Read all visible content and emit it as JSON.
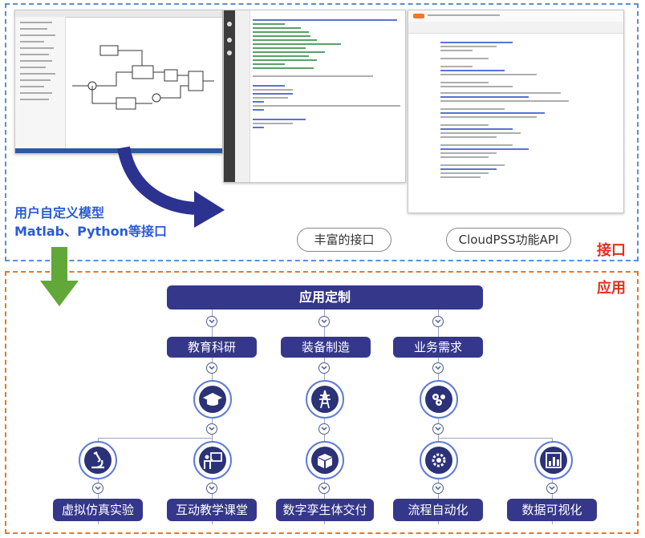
{
  "sections": {
    "interface_label": "接口",
    "application_label": "应用"
  },
  "interface": {
    "user_model_line1": "用户自定义模型",
    "user_model_line2": "Matlab、Python等接口",
    "rich_interface": "丰富的接口",
    "cloudpss_api": "CloudPSS功能API"
  },
  "application": {
    "top": "应用定制",
    "categories": [
      "教育科研",
      "装备制造",
      "业务需求"
    ],
    "leaves": [
      "虚拟仿真实验",
      "互动教学课堂",
      "数字孪生体交付",
      "流程自动化",
      "数据可视化"
    ]
  },
  "icons": {
    "cat": [
      "graduation-cap-icon",
      "transmission-tower-icon",
      "gears-icon"
    ],
    "leaf": [
      "microscope-icon",
      "teacher-board-icon",
      "box-delivery-icon",
      "process-gear-icon",
      "bar-chart-icon"
    ]
  },
  "colors": {
    "accent": "#35378a",
    "interface_border": "#5b8fd0",
    "application_border": "#e07a2b",
    "label_red": "#e0301e",
    "title_blue": "#2a5bd7",
    "arrow_navy": "#2c3290",
    "arrow_green": "#62a838"
  }
}
